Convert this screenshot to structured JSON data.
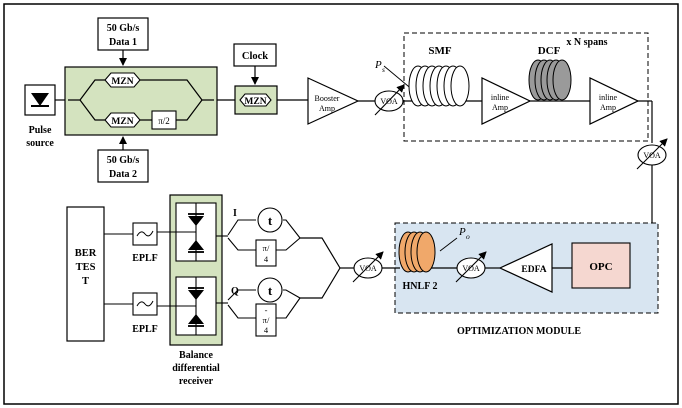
{
  "data1": {
    "rate": "50 Gb/s",
    "label": "Data 1"
  },
  "data2": {
    "rate": "50 Gb/s",
    "label": "Data 2"
  },
  "pulse": {
    "line1": "Pulse",
    "line2": "source"
  },
  "mzn_top": "MZN",
  "mzn_bottom": "MZN",
  "mzn_clock": "MZN",
  "pi2": "π/2",
  "clock": "Clock",
  "booster": {
    "line1": "Booster",
    "line2": "Amp"
  },
  "voa": "VOA",
  "ps": {
    "main": "P",
    "sub": "s"
  },
  "po": {
    "main": "P",
    "sub": "o"
  },
  "smf": "SMF",
  "dcf": "DCF",
  "spans": "x N spans",
  "inline1": {
    "line1": "inline",
    "line2": "Amp"
  },
  "inline2": {
    "line1": "inline",
    "line2": "Amp"
  },
  "bertest": {
    "line1": "BER",
    "line2": "TES",
    "line3": "T"
  },
  "eplf_top": "EPLF",
  "eplf_bottom": "EPLF",
  "i_label": "I",
  "q_label": "Q",
  "delay": "t",
  "pi4": {
    "num": "π/",
    "den": "4"
  },
  "pi4_neg": {
    "sign": "-",
    "num": "π/",
    "den": "4"
  },
  "receiver": {
    "line1": "Balance",
    "line2": "differential",
    "line3": "receiver"
  },
  "hnlf": "HNLF 2",
  "edfa": "EDFA",
  "opc": "OPC",
  "opt_module": "OPTIMIZATION MODULE",
  "colors": {
    "green": "#d4e3bf",
    "blue": "#d8e5f1",
    "opc": "#f5d7d0",
    "opc_text": "#d94a32",
    "hnlf": "#f0a86a"
  }
}
